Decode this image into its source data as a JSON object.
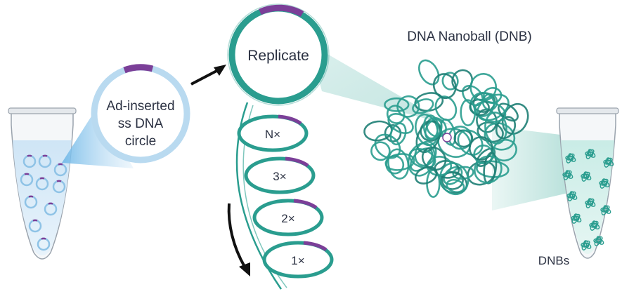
{
  "labels": {
    "ss_circle_line1": "Ad-inserted",
    "ss_circle_line2": "ss DNA",
    "ss_circle_line3": "circle",
    "replicate": "Replicate",
    "dnb_title": "DNA Nanoball (DNB)",
    "dnbs": "DNBs",
    "loop_n": "N×",
    "loop_3": "3×",
    "loop_2": "2×",
    "loop_1": "1×"
  },
  "colors": {
    "teal": "#2a9d8f",
    "teal_dark": "#1f7f76",
    "purple": "#7b3f98",
    "light_blue": "#b9daf0",
    "tube_liquid": "#d7eaf7",
    "text": "#2b3142",
    "arrow": "#111111"
  }
}
